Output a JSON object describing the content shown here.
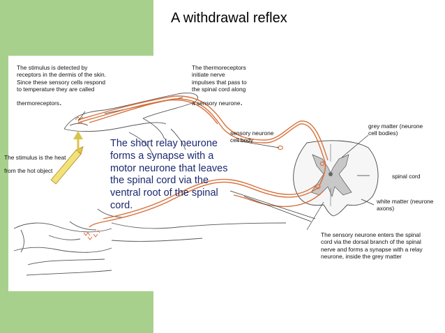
{
  "slide": {
    "title": "A withdrawal reflex",
    "accent_color": "#a8d08d",
    "nerve_color": "#d8703a"
  },
  "annotations": {
    "stimulus_detected": {
      "lines": [
        "The stimulus is detected by",
        "receptors in the dermis of the skin.",
        "Since these sensory cells respond",
        "to temperature they are called"
      ],
      "word": "thermoreceptors",
      "punct": "."
    },
    "thermoreceptors_initiate": {
      "lines": [
        "The thermoreceptors",
        "initiate nerve",
        "impulses that pass to",
        "the spinal cord along"
      ],
      "word": "a sensory neurone",
      "punct": "."
    },
    "stimulus_heat": {
      "lines": [
        "The stimulus is the heat",
        "from the hot object"
      ]
    },
    "sensory_cell_body": {
      "lines": [
        "sensory neurone",
        "cell body"
      ]
    },
    "grey_matter": {
      "lines": [
        "grey matter (neurone",
        "cell bodies)"
      ]
    },
    "spinal_cord": {
      "label": "spinal cord"
    },
    "white_matter": {
      "lines": [
        "white matter (neurone",
        "axons)"
      ]
    },
    "sensory_enters": {
      "lines": [
        "The sensory neurone enters the spinal",
        "cord via the dorsal branch of the spinal",
        "nerve and forms a synapse with a relay",
        "neurone, inside the grey matter"
      ]
    }
  },
  "callout": {
    "lines": [
      "The short relay neurone",
      "forms a synapse with a",
      "motor neurone  that leaves",
      "the spinal cord via the",
      "ventral root of the spinal",
      "cord."
    ]
  }
}
